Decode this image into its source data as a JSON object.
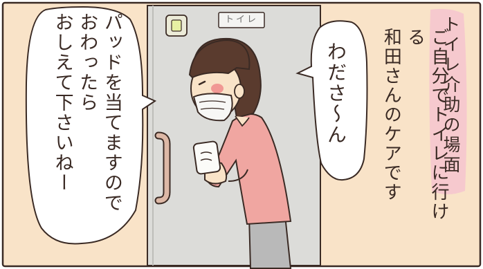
{
  "scene": {
    "colors": {
      "wall": "#f9e3c8",
      "door": "#dcdcd9",
      "outline": "#3a2a24",
      "hair": "#5a3b2e",
      "shirt": "#f0a6a1",
      "pants": "#b9b9b9",
      "caption_bg": "#f6c9ce"
    }
  },
  "door_sign": {
    "text": "トイレ"
  },
  "speech": {
    "left_bubble": "パッドを当てますので\nおわったら\nおしえて下さいねー",
    "center_bubble": "わださ〜ん"
  },
  "narration": {
    "caption": "トイレ介助の場面",
    "description": "ご自分でトイレに行ける\n和田さんのケアです"
  }
}
